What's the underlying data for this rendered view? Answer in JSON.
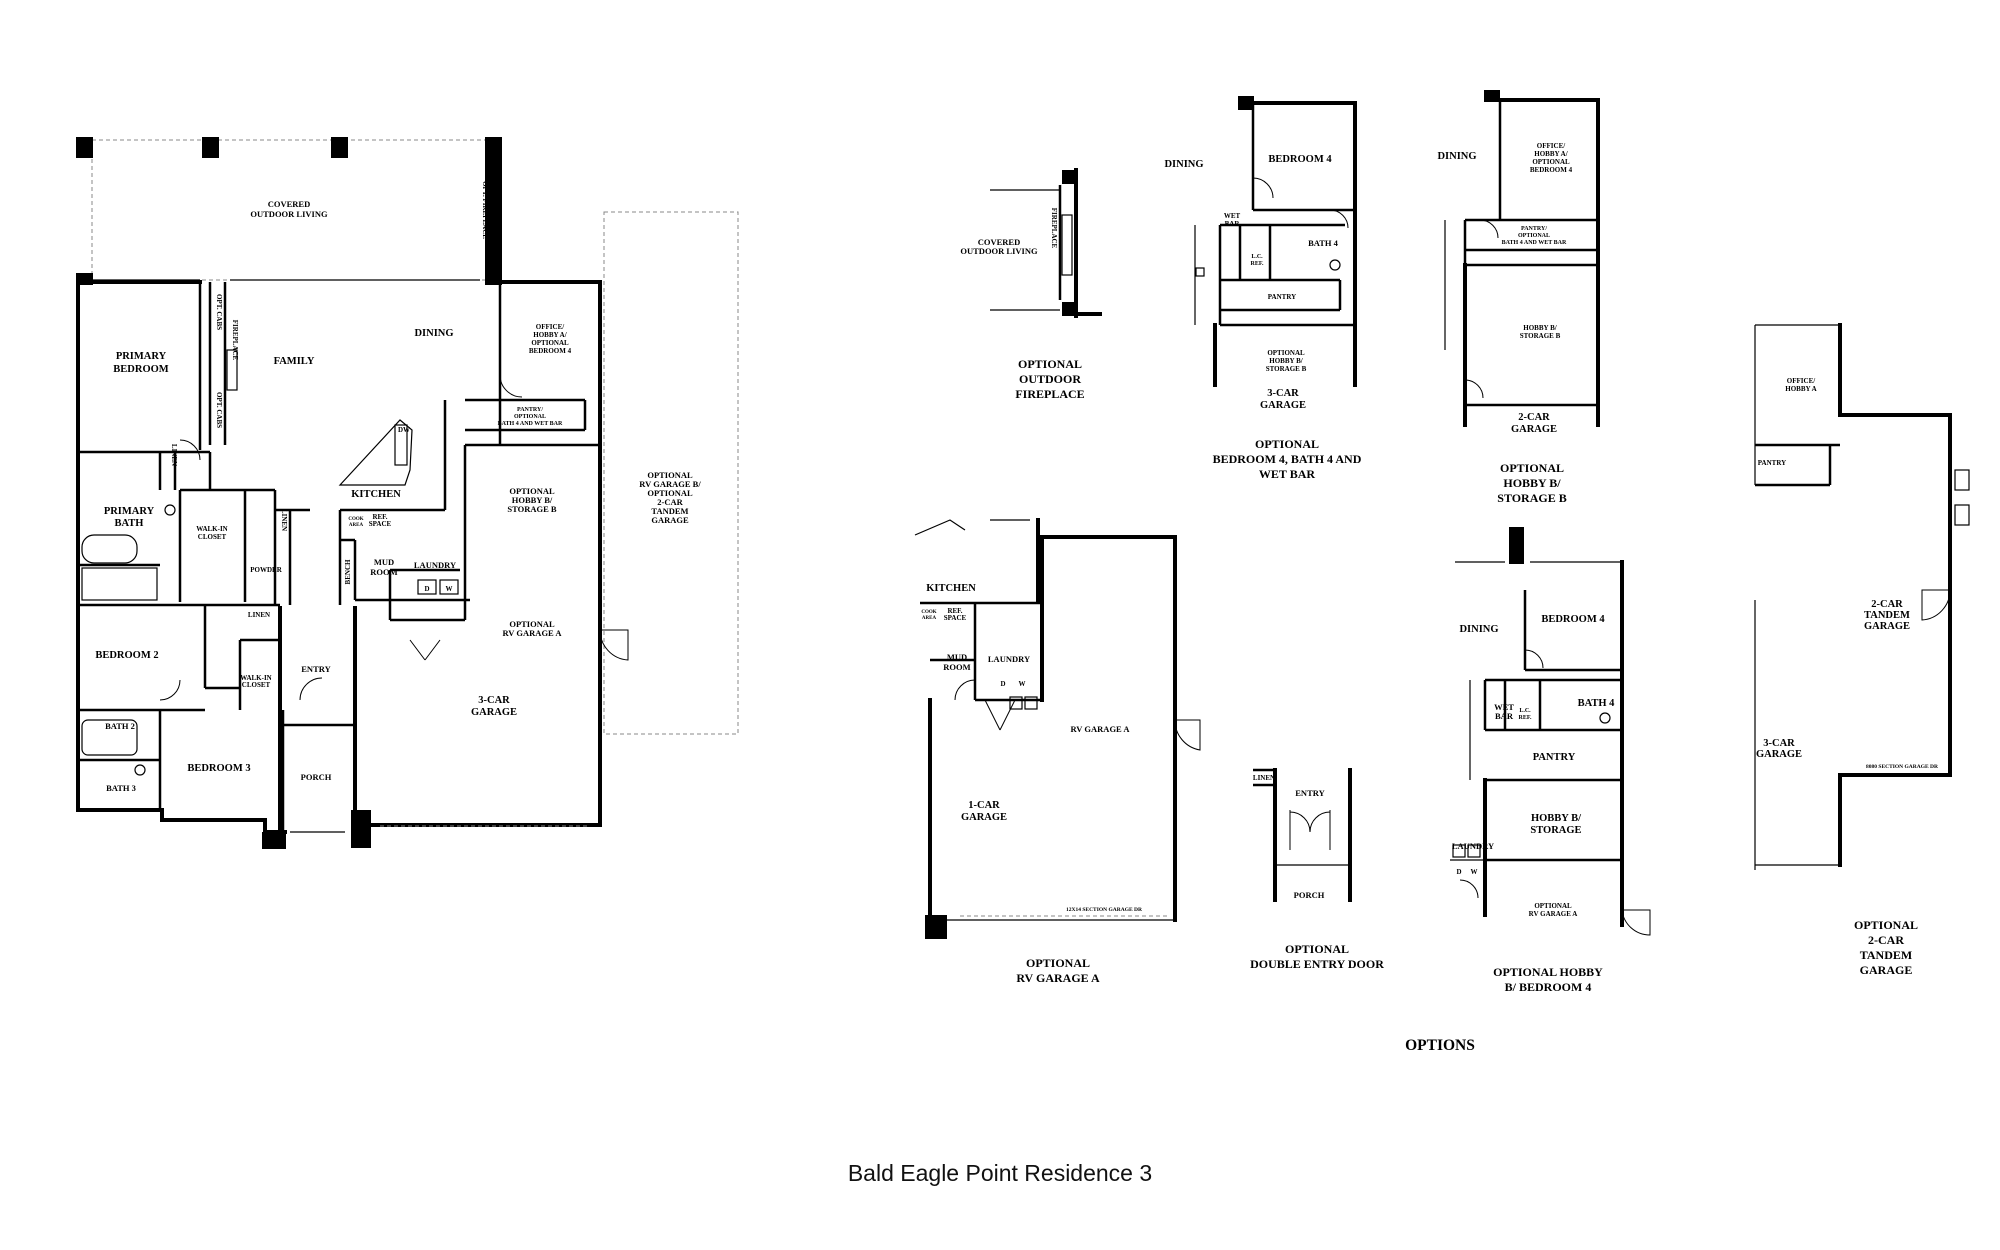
{
  "caption": "Bald Eagle Point Residence 3",
  "options_heading": "OPTIONS",
  "main_plan": {
    "covered_outdoor_living": [
      "COVERED",
      "OUTDOOR LIVING"
    ],
    "opt_fireplace_vertical": "OPT. FIREPLACE",
    "primary_bedroom": [
      "PRIMARY",
      "BEDROOM"
    ],
    "opt_cabs_1": "OPT. CABS",
    "fireplace": "FIREPLACE",
    "opt_cabs_2": "OPT. CABS",
    "family": "FAMILY",
    "dining": "DINING",
    "office": [
      "OFFICE/",
      "HOBBY A/",
      "OPTIONAL",
      "BEDROOM 4"
    ],
    "pantry": [
      "PANTRY/",
      "OPTIONAL",
      "BATH 4 AND WET BAR"
    ],
    "dw": "DW",
    "linen_1": "LINEN",
    "primary_bath": [
      "PRIMARY",
      "BATH"
    ],
    "walkin_closet": [
      "WALK-IN",
      "CLOSET"
    ],
    "linen_2": "LINEN",
    "powder": "POWDER",
    "kitchen": "KITCHEN",
    "cook_area": [
      "COOK",
      "AREA"
    ],
    "ref_space": [
      "REF.",
      "SPACE"
    ],
    "bench": "BENCH",
    "mud_room": [
      "MUD",
      "ROOM"
    ],
    "laundry": "LAUNDRY",
    "d": "D",
    "w": "W",
    "opt_hobby_b": [
      "OPTIONAL",
      "HOBBY B/",
      "STORAGE B"
    ],
    "opt_rv_garage_a": [
      "OPTIONAL",
      "RV GARAGE A"
    ],
    "three_car_garage": [
      "3-CAR",
      "GARAGE"
    ],
    "opt_rv_tandem": [
      "OPTIONAL",
      "RV GARAGE B/",
      "OPTIONAL",
      "2-CAR",
      "TANDEM",
      "GARAGE"
    ],
    "bedroom_2": "BEDROOM 2",
    "linen_3": "LINEN",
    "walkin_closet_2": [
      "WALK-IN",
      "CLOSET"
    ],
    "entry": "ENTRY",
    "bath_2": "BATH 2",
    "bedroom_3": "BEDROOM 3",
    "porch": "PORCH",
    "bath_3": "BATH 3"
  },
  "opt_fireplace": {
    "covered": [
      "COVERED",
      "OUTDOOR LIVING"
    ],
    "fireplace": "FIREPLACE",
    "title": [
      "OPTIONAL",
      "OUTDOOR",
      "FIREPLACE"
    ]
  },
  "opt_bed4_bath4": {
    "dining": "DINING",
    "bedroom_4": "BEDROOM 4",
    "wet_bar": [
      "WET",
      "BAR"
    ],
    "lc": [
      "L.C.",
      "REF."
    ],
    "bath_4": "BATH 4",
    "pantry": "PANTRY",
    "hobby": [
      "OPTIONAL",
      "HOBBY B/",
      "STORAGE B"
    ],
    "garage": [
      "3-CAR",
      "GARAGE"
    ],
    "title": [
      "OPTIONAL",
      "BEDROOM 4,  BATH 4 AND",
      "WET BAR"
    ]
  },
  "opt_hobby_storage": {
    "dining": "DINING",
    "office": [
      "OFFICE/",
      "HOBBY A/",
      "OPTIONAL",
      "BEDROOM 4"
    ],
    "pantry": [
      "PANTRY/",
      "OPTIONAL",
      "BATH 4 AND WET BAR"
    ],
    "hobby": [
      "HOBBY B/",
      "STORAGE B"
    ],
    "garage": [
      "2-CAR",
      "GARAGE"
    ],
    "title": [
      "OPTIONAL",
      "HOBBY B/",
      "STORAGE B"
    ]
  },
  "opt_tandem": {
    "office": [
      "OFFICE/",
      "HOBBY A"
    ],
    "pantry": "PANTRY",
    "tandem": [
      "2-CAR",
      "TANDEM",
      "GARAGE"
    ],
    "three_car": [
      "3-CAR",
      "GARAGE"
    ],
    "dim": "8080 SECTION GARAGE DR",
    "title": [
      "OPTIONAL",
      "2-CAR",
      "TANDEM",
      "GARAGE"
    ]
  },
  "opt_rv_garage": {
    "kitchen": "KITCHEN",
    "cook_area": [
      "COOK",
      "AREA"
    ],
    "ref_space": [
      "REF.",
      "SPACE"
    ],
    "mud_room": [
      "MUD",
      "ROOM"
    ],
    "laundry": "LAUNDRY",
    "d": "D",
    "w": "W",
    "rv_garage": "RV GARAGE A",
    "one_car": [
      "1-CAR",
      "GARAGE"
    ],
    "dim": "12X14 SECTION GARAGE DR",
    "title": [
      "OPTIONAL",
      "RV GARAGE A"
    ]
  },
  "opt_double_entry": {
    "linen": "LINEN",
    "entry": "ENTRY",
    "porch": "PORCH",
    "title": [
      "OPTIONAL",
      "DOUBLE ENTRY DOOR"
    ]
  },
  "opt_hobby_bed4": {
    "dining": "DINING",
    "bedroom_4": "BEDROOM 4",
    "wet_bar": [
      "WET",
      "BAR"
    ],
    "lc": [
      "L.C.",
      "REF."
    ],
    "bath_4": "BATH 4",
    "pantry": "PANTRY",
    "hobby": [
      "HOBBY B/",
      "STORAGE"
    ],
    "laundry": "LAUNDRY",
    "d": "D",
    "w": "W",
    "rv": [
      "OPTIONAL",
      "RV GARAGE A"
    ],
    "title": [
      "OPTIONAL HOBBY",
      "B/ BEDROOM 4"
    ]
  }
}
